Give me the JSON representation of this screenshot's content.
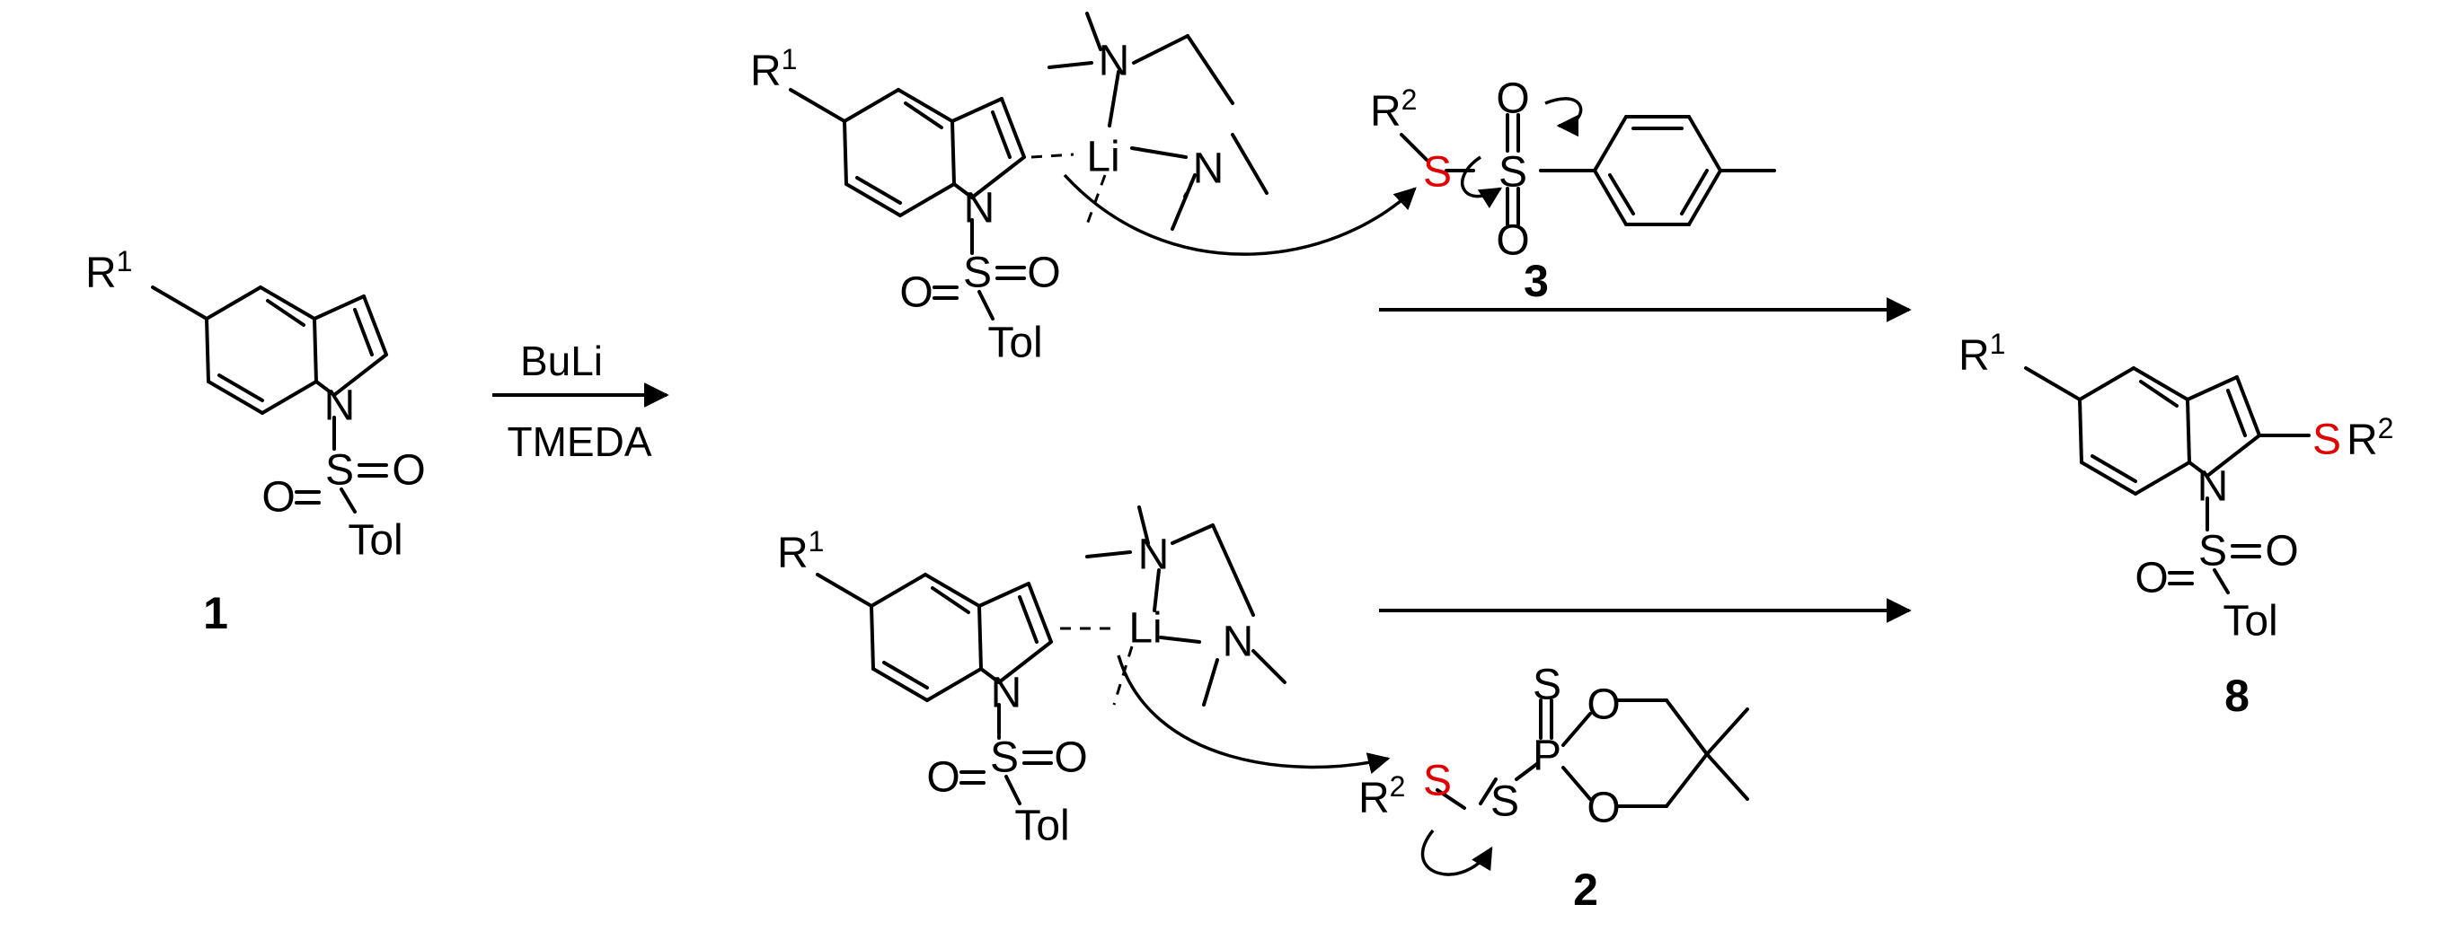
{
  "compounds": {
    "c1": "1",
    "c3": "3",
    "c2": "2",
    "c8": "8"
  },
  "conditions": {
    "reagent": "BuLi",
    "ligand": "TMEDA"
  },
  "labels": {
    "r": "R",
    "sup1": "1",
    "sup2": "2",
    "n": "N",
    "s": "S",
    "o": "O",
    "p": "P",
    "li": "Li",
    "tol": "Tol"
  },
  "colors": {
    "highlight_sulfur": "#e00000"
  }
}
